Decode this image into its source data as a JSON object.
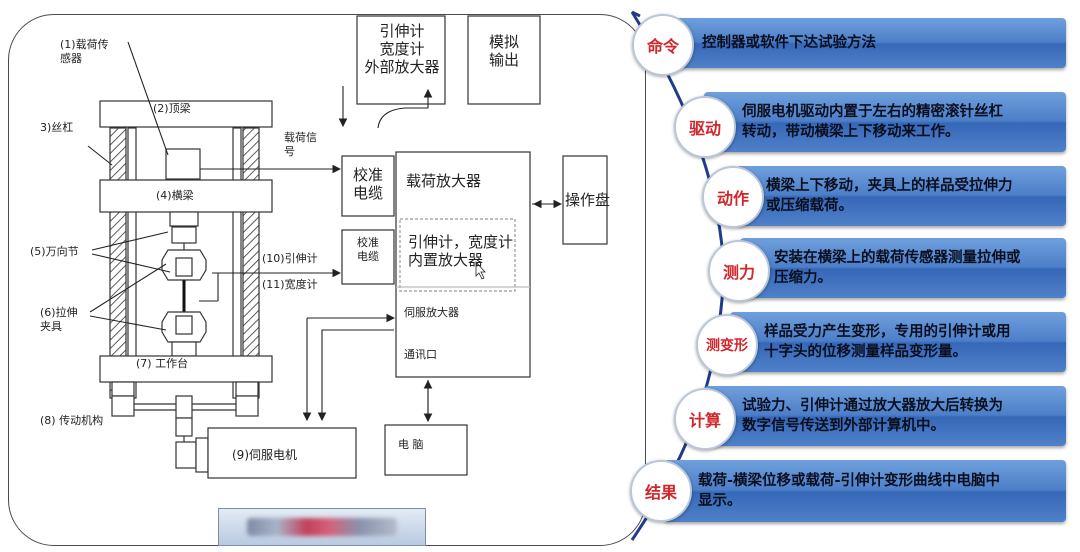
{
  "machine": {
    "load_sensor": "(1)载荷传\n感器",
    "top_beam": "(2)顶梁",
    "screw": "3)丝杠",
    "crosshead": "(4)横梁",
    "universal_joint": "(5)万向节",
    "tensile_grip": "(6)拉伸\n夹具",
    "worktable": "(7) 工作台",
    "transmission": "(8) 传动机构",
    "servo_motor": "(9)伺服电机",
    "extensometer": "(10)引伸计",
    "width_gauge": "(11)宽度计",
    "load_signal": "载荷信\n号"
  },
  "boxes": {
    "ext_amp": "引伸计\n宽度计\n外部放大器",
    "analog_out": "模拟\n输出",
    "calib_cable_1": "校准\n电缆",
    "calib_cable_2": "校准\n电缆",
    "load_amp": "载荷放大器",
    "internal_amp": "引伸计，宽度计\n内置放大器",
    "servo_amp": "伺服放大器",
    "comm_port": "通讯口",
    "control_panel": "操作盘",
    "computer": "电  脑"
  },
  "steps": [
    {
      "label": "命令",
      "text": "控制器或软件下达试验方法"
    },
    {
      "label": "驱动",
      "text": "伺服电机驱动内置于左右的精密滚针丝杠\n转动，带动横梁上下移动来工作。"
    },
    {
      "label": "动作",
      "text": "横梁上下移动，夹具上的样品受拉伸力\n或压缩载荷。"
    },
    {
      "label": "测力",
      "text": "安装在横梁上的载荷传感器测量拉伸或\n压缩力。"
    },
    {
      "label": "测变形",
      "text": "样品受力产生变形，专用的引伸计或用\n十字头的位移测量样品变形量。"
    },
    {
      "label": "计算",
      "text": "试验力、引伸计通过放大器放大后转换为\n数字信号传送到外部计算机中。"
    },
    {
      "label": "结果",
      "text": "载荷-横梁位移或载荷-引伸计变形曲线中电脑中\n显示。"
    }
  ],
  "colors": {
    "bar": "#4d7fc9",
    "circle_text": "#d0262c",
    "timeline": "#1f3b8a"
  }
}
